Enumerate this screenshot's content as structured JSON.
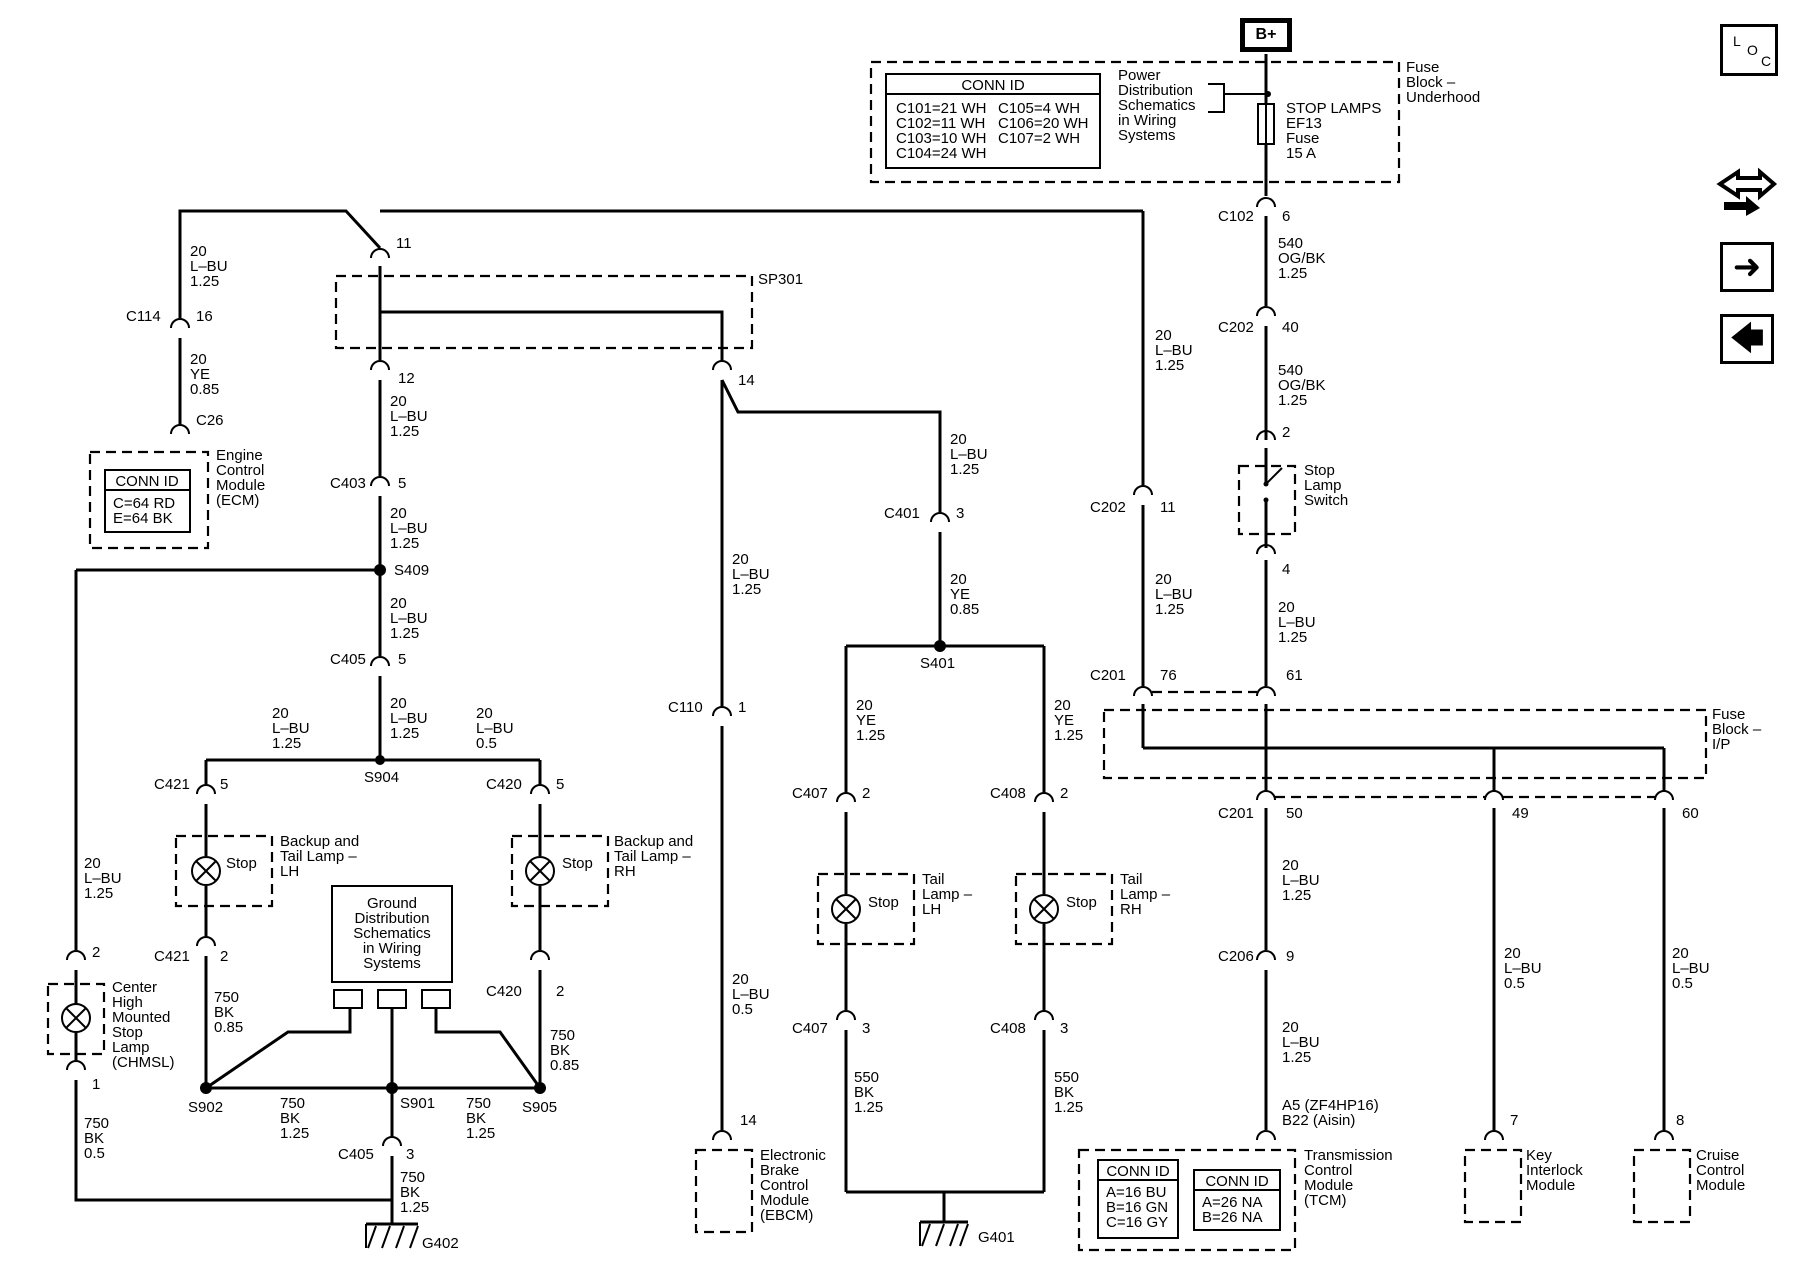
{
  "power": {
    "bplus": "B+",
    "psd": [
      "Power",
      "Distribution",
      "Schematics",
      "in Wiring",
      "Systems"
    ]
  },
  "fuse_underhood": {
    "label": [
      "Fuse",
      "Block –",
      "Underhood"
    ],
    "fuse": [
      "STOP LAMPS",
      "EF13",
      "Fuse",
      "15 A"
    ]
  },
  "conn_id_table": {
    "header": "CONN ID",
    "col1": [
      "C101=21 WH",
      "C102=11 WH",
      "C103=10 WH",
      "C104=24 WH"
    ],
    "col2": [
      "C105=4 WH",
      "C106=20 WH",
      "C107=2 WH"
    ]
  },
  "nav": {
    "loc_letters": [
      "L",
      "O",
      "C"
    ],
    "forward": "➜",
    "back": "🡄"
  },
  "right_trunk": {
    "c102": "C102",
    "c102_pin": "6",
    "w1": [
      "540",
      "OG/BK",
      "1.25"
    ],
    "c202": "C202",
    "c202_pin": "40",
    "w2": [
      "540",
      "OG/BK",
      "1.25"
    ],
    "sw_pin_in": "2",
    "sw_pin_out": "4",
    "switch": [
      "Stop",
      "Lamp",
      "Switch"
    ],
    "w3": [
      "20",
      "L–BU",
      "1.25"
    ],
    "c201_pin_b": "61"
  },
  "long_wire": {
    "w": [
      "20",
      "L–BU",
      "1.25"
    ],
    "c202": "C202",
    "c202_pin": "11",
    "w2": [
      "20",
      "L–BU",
      "1.25"
    ],
    "c201": "C201",
    "c201_pin": "76"
  },
  "fuse_ip": {
    "label": [
      "Fuse",
      "Block –",
      "I/P"
    ],
    "c201": "C201",
    "pin50": "50",
    "pin49": "49",
    "pin60": "60"
  },
  "tcm_branch": {
    "w1": [
      "20",
      "L–BU",
      "1.25"
    ],
    "c206": "C206",
    "c206_pin": "9",
    "w2": [
      "20",
      "L–BU",
      "1.25"
    ],
    "pin_label": [
      "A5 (ZF4HP16)",
      "B22 (Aisin)"
    ],
    "module": [
      "Transmission",
      "Control",
      "Module",
      "(TCM)"
    ],
    "conn1": {
      "header": "CONN ID",
      "rows": [
        "A=16 BU",
        "B=16 GN",
        "C=16 GY"
      ]
    },
    "conn2": {
      "header": "CONN ID",
      "rows": [
        "A=26 NA",
        "B=26 NA"
      ]
    }
  },
  "key_branch": {
    "w": [
      "20",
      "L–BU",
      "0.5"
    ],
    "pin": "7",
    "module": [
      "Key",
      "Interlock",
      "Module"
    ]
  },
  "cruise_branch": {
    "w": [
      "20",
      "L–BU",
      "0.5"
    ],
    "pin": "8",
    "module": [
      "Cruise",
      "Control",
      "Module"
    ]
  },
  "left_top": {
    "w1": [
      "20",
      "L–BU",
      "1.25"
    ],
    "c114": "C114",
    "c114_pin": "16",
    "w2": [
      "20",
      "YE",
      "0.85"
    ],
    "c26": "C26",
    "ecm": [
      "Engine",
      "Control",
      "Module",
      "(ECM)"
    ],
    "ecm_conn": {
      "header": "CONN ID",
      "rows": [
        "C=64 RD",
        "E=64 BK"
      ]
    }
  },
  "splice_pack": {
    "label": "SP301",
    "pin11": "11",
    "pin12": "12",
    "pin14": "14"
  },
  "center_trunk": {
    "w1": [
      "20",
      "L–BU",
      "1.25"
    ],
    "c403": "C403",
    "c403_pin": "5",
    "w2": [
      "20",
      "L–BU",
      "1.25"
    ],
    "s409": "S409",
    "w3": [
      "20",
      "L–BU",
      "1.25"
    ],
    "c405": "C405",
    "c405_pin": "5",
    "w4": [
      "20",
      "L–BU",
      "1.25"
    ],
    "s904": "S904",
    "wl": [
      "20",
      "L–BU",
      "1.25"
    ],
    "wr": [
      "20",
      "L–BU",
      "0.5"
    ]
  },
  "backup_lh": {
    "c421": "C421",
    "pin_in": "5",
    "pin_out": "2",
    "lamp": "Stop",
    "label": [
      "Backup and",
      "Tail Lamp –",
      "LH"
    ],
    "w": [
      "750",
      "BK",
      "0.85"
    ]
  },
  "backup_rh": {
    "c420": "C420",
    "pin_in": "5",
    "pin_out": "2",
    "lamp": "Stop",
    "label": [
      "Backup and",
      "Tail Lamp –",
      "RH"
    ],
    "w": [
      "750",
      "BK",
      "0.85"
    ]
  },
  "ground_dist": {
    "label": [
      "Ground",
      "Distribution",
      "Schematics",
      "in Wiring",
      "Systems"
    ]
  },
  "ground_left": {
    "s902": "S902",
    "s901": "S901",
    "s905": "S905",
    "wl": [
      "750",
      "BK",
      "1.25"
    ],
    "wr": [
      "750",
      "BK",
      "1.25"
    ],
    "c405": "C405",
    "c405_pin": "3",
    "wd": [
      "750",
      "BK",
      "1.25"
    ],
    "g402": "G402"
  },
  "chmsl": {
    "w1": [
      "20",
      "L–BU",
      "1.25"
    ],
    "pin_in": "2",
    "pin_out": "1",
    "label": [
      "Center",
      "High",
      "Mounted",
      "Stop",
      "Lamp",
      "(CHMSL)"
    ],
    "w2": [
      "750",
      "BK",
      "0.5"
    ]
  },
  "ebcm": {
    "w1": [
      "20",
      "L–BU",
      "1.25"
    ],
    "c110": "C110",
    "c110_pin": "1",
    "w2": [
      "20",
      "L–BU",
      "0.5"
    ],
    "pin": "14",
    "module": [
      "Electronic",
      "Brake",
      "Control",
      "Module",
      "(EBCM)"
    ]
  },
  "tail_trunk": {
    "w1": [
      "20",
      "L–BU",
      "1.25"
    ],
    "c401": "C401",
    "c401_pin": "3",
    "w2": [
      "20",
      "YE",
      "0.85"
    ],
    "s401": "S401",
    "wl": [
      "20",
      "YE",
      "1.25"
    ],
    "wr": [
      "20",
      "YE",
      "1.25"
    ]
  },
  "tail_lh": {
    "c407": "C407",
    "pin_in": "2",
    "pin_out": "3",
    "lamp": "Stop",
    "label": [
      "Tail",
      "Lamp –",
      "LH"
    ],
    "w": [
      "550",
      "BK",
      "1.25"
    ]
  },
  "tail_rh": {
    "c408": "C408",
    "pin_in": "2",
    "pin_out": "3",
    "lamp": "Stop",
    "label": [
      "Tail",
      "Lamp –",
      "RH"
    ],
    "w": [
      "550",
      "BK",
      "1.25"
    ]
  },
  "g401": {
    "label": "G401"
  }
}
